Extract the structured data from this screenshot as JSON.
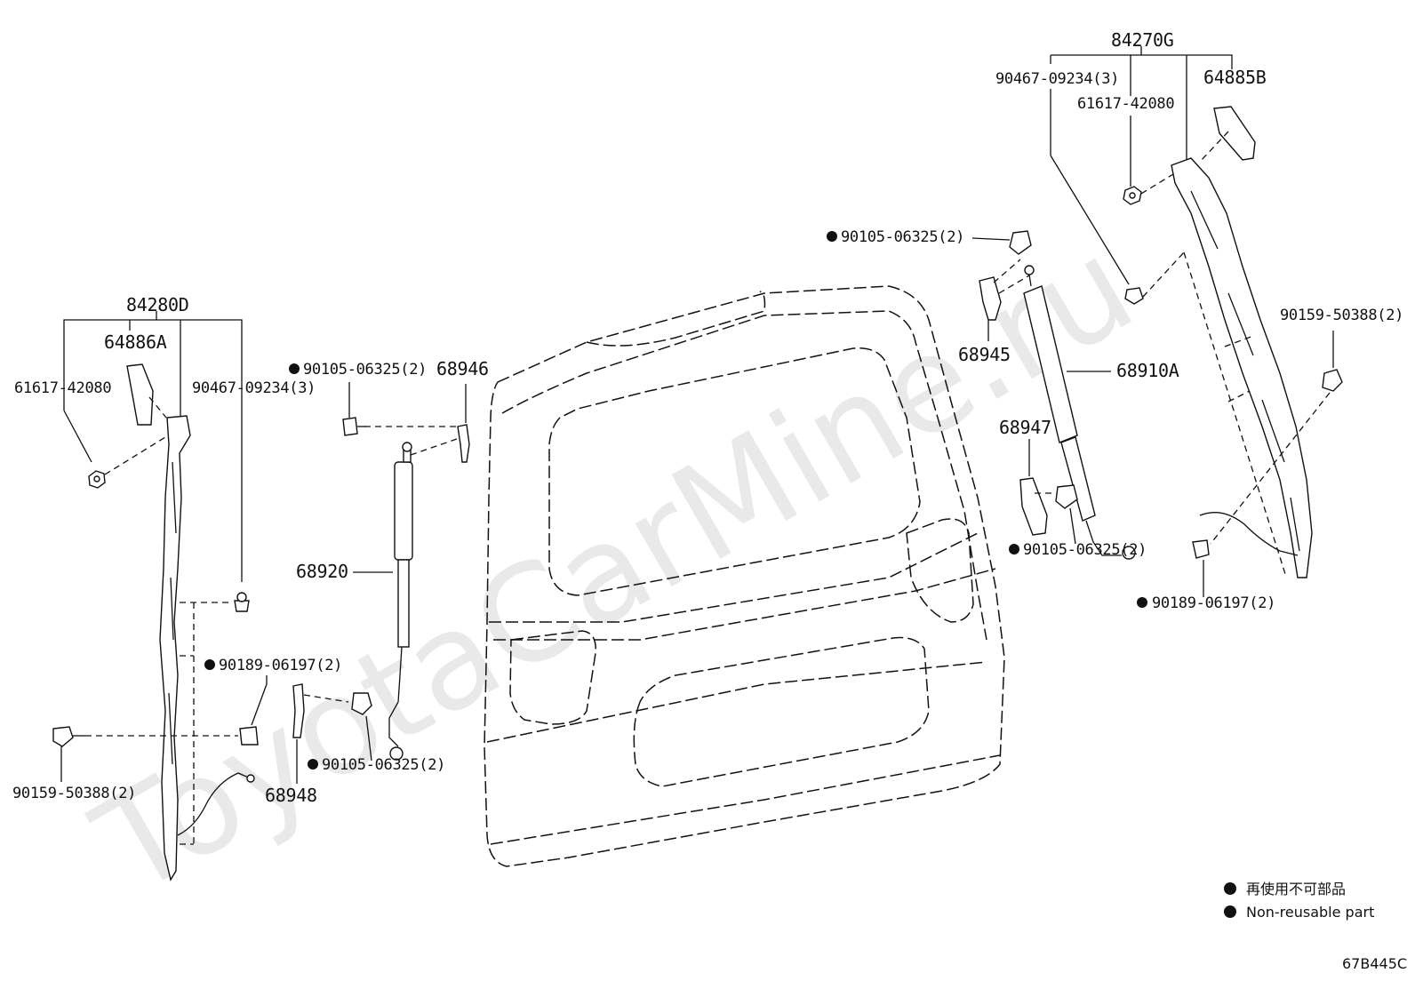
{
  "watermark": "ToyotaCarMine.ru",
  "labels": {
    "l_84280D": "84280D",
    "l_64886A": "64886A",
    "l_61617_left": "61617-42080",
    "l_90467_left": "90467-09234(3)",
    "l_90105_a": "90105-06325(2)",
    "l_68946": "68946",
    "l_68920": "68920",
    "l_90189_left": "90189-06197(2)",
    "l_90159_left": "90159-50388(2)",
    "l_68948": "68948",
    "l_90105_b": "90105-06325(2)",
    "l_84270G": "84270G",
    "l_90467_right": "90467-09234(3)",
    "l_64885B": "64885B",
    "l_61617_right": "61617-42080",
    "l_90105_c": "90105-06325(2)",
    "l_68945": "68945",
    "l_68910A": "68910A",
    "l_68947": "68947",
    "l_90105_d": "90105-06325(2)",
    "l_90159_right": "90159-50388(2)",
    "l_90189_right": "90189-06197(2)"
  },
  "legend": {
    "jp": "再使用不可部品",
    "en": "Non-reusable part"
  },
  "diagram_code": "67B445C"
}
